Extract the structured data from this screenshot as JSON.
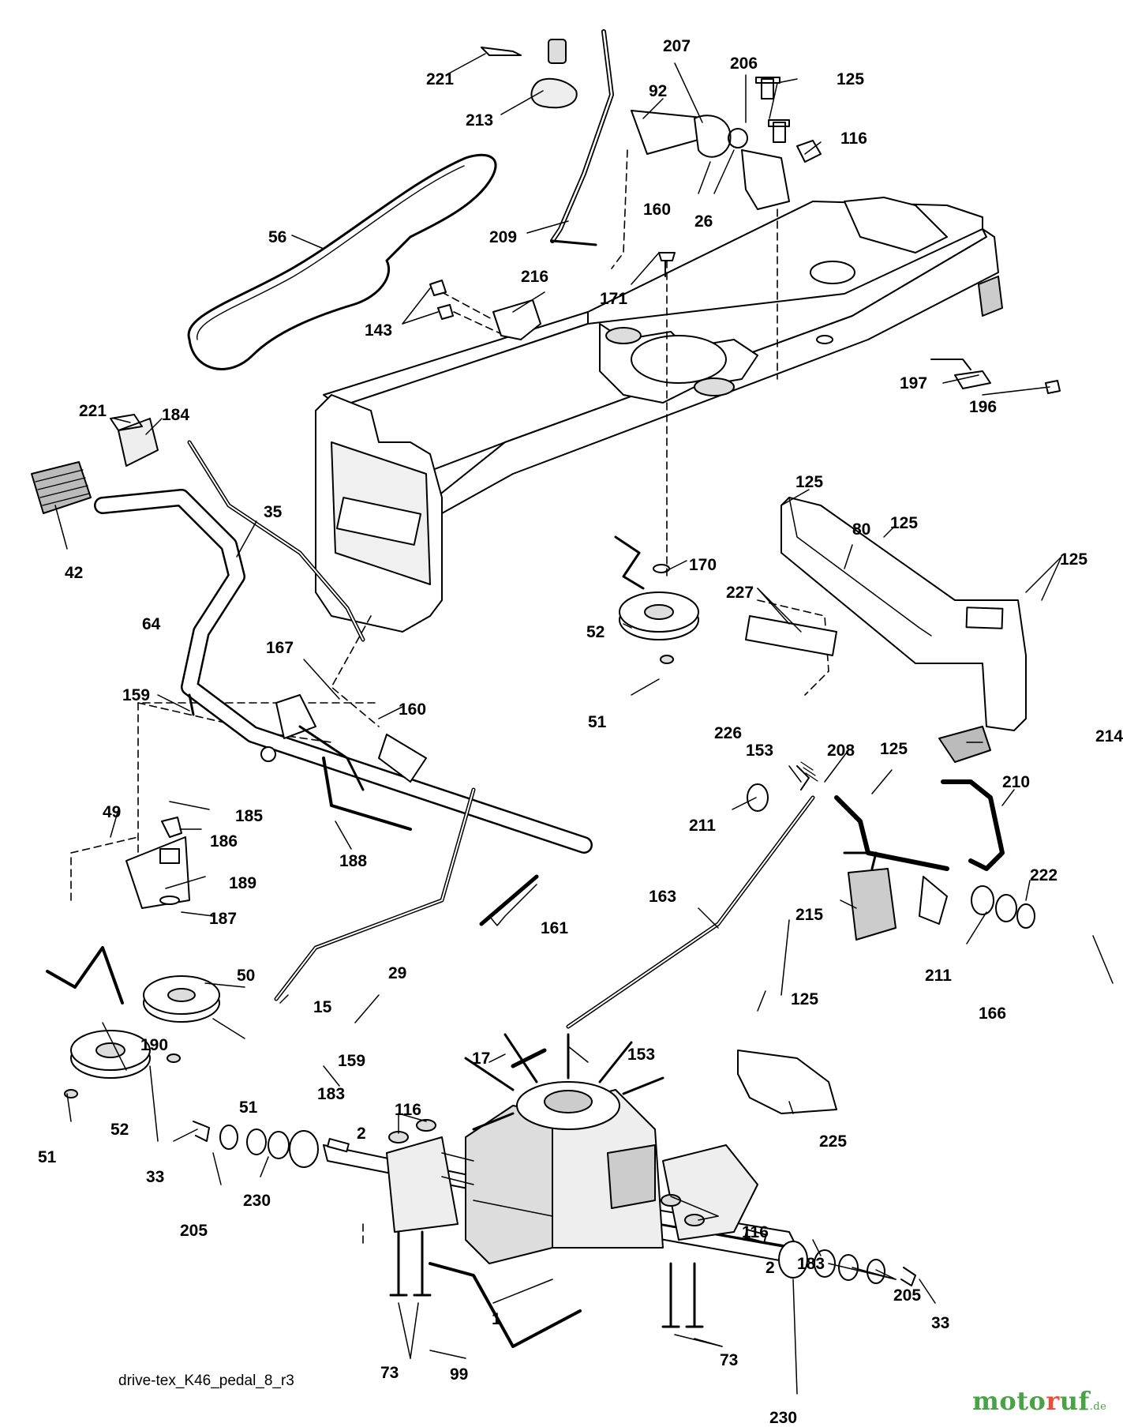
{
  "diagram": {
    "footer_code": "drive-tex_K46_pedal_8_r3",
    "watermark": {
      "brand_start": "moto",
      "brand_dot": "r",
      "brand_end": "uf",
      "tld": ".de"
    },
    "colors": {
      "ink": "#000000",
      "fill": "#ffffff",
      "shade": "#d9d9d9",
      "brand_green": "#4aa247",
      "brand_red": "#e94d3c"
    }
  },
  "callouts": [
    {
      "id": "c221a",
      "text": "221"
    },
    {
      "id": "c213",
      "text": "213"
    },
    {
      "id": "c207",
      "text": "207"
    },
    {
      "id": "c206",
      "text": "206"
    },
    {
      "id": "c125a",
      "text": "125"
    },
    {
      "id": "c92",
      "text": "92"
    },
    {
      "id": "c116a",
      "text": "116"
    },
    {
      "id": "c56",
      "text": "56"
    },
    {
      "id": "c160a",
      "text": "160"
    },
    {
      "id": "c26",
      "text": "26"
    },
    {
      "id": "c209",
      "text": "209"
    },
    {
      "id": "c216",
      "text": "216"
    },
    {
      "id": "c171",
      "text": "171"
    },
    {
      "id": "c143",
      "text": "143"
    },
    {
      "id": "c197",
      "text": "197"
    },
    {
      "id": "c196",
      "text": "196"
    },
    {
      "id": "c221b",
      "text": "221"
    },
    {
      "id": "c184",
      "text": "184"
    },
    {
      "id": "c35",
      "text": "35"
    },
    {
      "id": "c42",
      "text": "42"
    },
    {
      "id": "c125b",
      "text": "125"
    },
    {
      "id": "c125c",
      "text": "125"
    },
    {
      "id": "c80",
      "text": "80"
    },
    {
      "id": "c125d",
      "text": "125"
    },
    {
      "id": "c170",
      "text": "170"
    },
    {
      "id": "c227",
      "text": "227"
    },
    {
      "id": "c52a",
      "text": "52"
    },
    {
      "id": "c64",
      "text": "64"
    },
    {
      "id": "c167",
      "text": "167"
    },
    {
      "id": "c160b",
      "text": "160"
    },
    {
      "id": "c51a",
      "text": "51"
    },
    {
      "id": "c226",
      "text": "226"
    },
    {
      "id": "c159a",
      "text": "159"
    },
    {
      "id": "c153a",
      "text": "153"
    },
    {
      "id": "c208",
      "text": "208"
    },
    {
      "id": "c125e",
      "text": "125"
    },
    {
      "id": "c214",
      "text": "214"
    },
    {
      "id": "c210",
      "text": "210"
    },
    {
      "id": "c49",
      "text": "49"
    },
    {
      "id": "c185",
      "text": "185"
    },
    {
      "id": "c211a",
      "text": "211"
    },
    {
      "id": "c186",
      "text": "186"
    },
    {
      "id": "c188",
      "text": "188"
    },
    {
      "id": "c189",
      "text": "189"
    },
    {
      "id": "c222",
      "text": "222"
    },
    {
      "id": "c163",
      "text": "163"
    },
    {
      "id": "c187",
      "text": "187"
    },
    {
      "id": "c161",
      "text": "161"
    },
    {
      "id": "c215",
      "text": "215"
    },
    {
      "id": "c211b",
      "text": "211"
    },
    {
      "id": "c50",
      "text": "50"
    },
    {
      "id": "c29",
      "text": "29"
    },
    {
      "id": "c166",
      "text": "166"
    },
    {
      "id": "c125f",
      "text": "125"
    },
    {
      "id": "c15",
      "text": "15"
    },
    {
      "id": "c190",
      "text": "190"
    },
    {
      "id": "c159b",
      "text": "159"
    },
    {
      "id": "c51b",
      "text": "51"
    },
    {
      "id": "c17",
      "text": "17"
    },
    {
      "id": "c153b",
      "text": "153"
    },
    {
      "id": "c52b",
      "text": "52"
    },
    {
      "id": "c183a",
      "text": "183"
    },
    {
      "id": "c116b",
      "text": "116"
    },
    {
      "id": "c2a",
      "text": "2"
    },
    {
      "id": "c225",
      "text": "225"
    },
    {
      "id": "c51c",
      "text": "51"
    },
    {
      "id": "c33a",
      "text": "33"
    },
    {
      "id": "c205a",
      "text": "205"
    },
    {
      "id": "c230a",
      "text": "230"
    },
    {
      "id": "c116c",
      "text": "116"
    },
    {
      "id": "c183b",
      "text": "183"
    },
    {
      "id": "c2b",
      "text": "2"
    },
    {
      "id": "c205b",
      "text": "205"
    },
    {
      "id": "c1",
      "text": "1"
    },
    {
      "id": "c73a",
      "text": "73"
    },
    {
      "id": "c33b",
      "text": "33"
    },
    {
      "id": "c99",
      "text": "99"
    },
    {
      "id": "c73b",
      "text": "73"
    },
    {
      "id": "c230b",
      "text": "230"
    }
  ]
}
